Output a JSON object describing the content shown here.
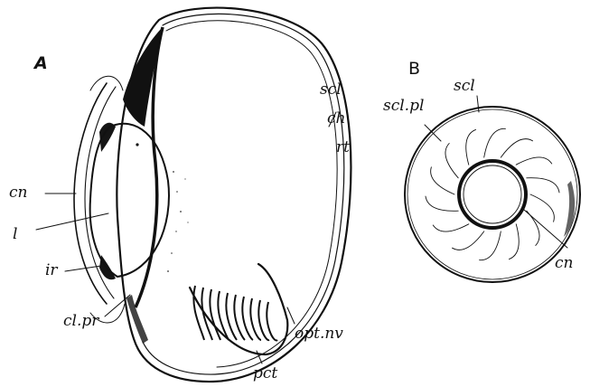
{
  "figure_a": {
    "letter": "A",
    "labels": {
      "scl": "scl",
      "ch": "ch",
      "rt": "rt",
      "cn": "cn",
      "l": "l",
      "ir": "ir",
      "cl_pr": "cl.pr",
      "pct": "pct",
      "opt_nv": "opt.nv"
    }
  },
  "figure_b": {
    "letter": "B",
    "labels": {
      "scl_pl": "scl.pl",
      "scl": "scl",
      "cn": "cn"
    }
  },
  "colors": {
    "ink": "#111111",
    "paper": "#ffffff"
  }
}
